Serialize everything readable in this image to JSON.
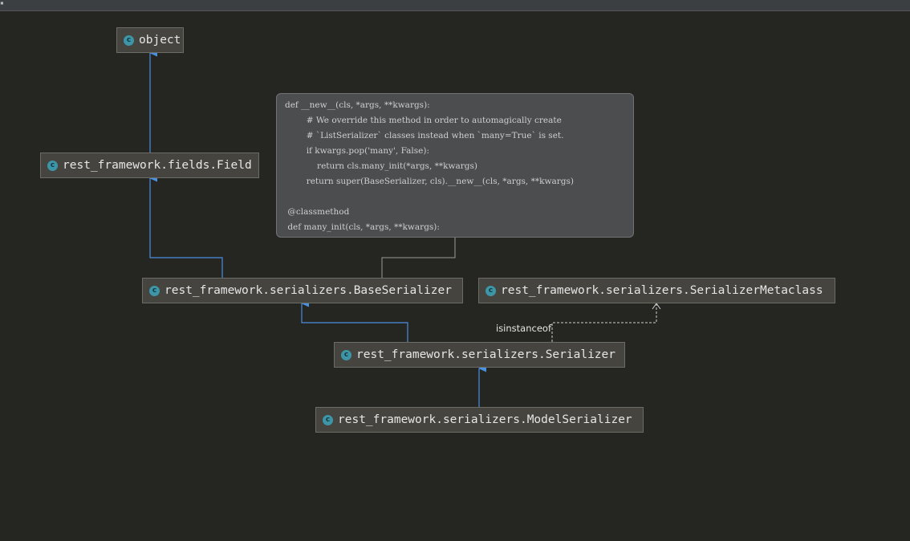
{
  "nodes": {
    "object": "object",
    "field": "rest_framework.fields.Field",
    "base_serializer": "rest_framework.serializers.BaseSerializer",
    "serializer_metaclass": "rest_framework.serializers.SerializerMetaclass",
    "serializer": "rest_framework.serializers.Serializer",
    "model_serializer": "rest_framework.serializers.ModelSerializer"
  },
  "class_icon": {
    "letter": "c",
    "color": "#3d96a8"
  },
  "edge_label": "isinstanceof",
  "tooltip": {
    "lines": [
      "def __new__(cls, *args, **kwargs):",
      "        # We override this method in order to automagically create",
      "        # `ListSerializer` classes instead when `many=True` is set.",
      "        if kwargs.pop('many', False):",
      "            return cls.many_init(*args, **kwargs)",
      "        return super(BaseSerializer, cls).__new__(cls, *args, **kwargs)",
      "",
      " @classmethod",
      " def many_init(cls, *args, **kwargs):"
    ]
  },
  "colors": {
    "background": "#252521",
    "node_fill": "#45443f",
    "inheritance_arrow": "#4a8fe0",
    "metaclass_arrow": "#cfcfcf"
  }
}
